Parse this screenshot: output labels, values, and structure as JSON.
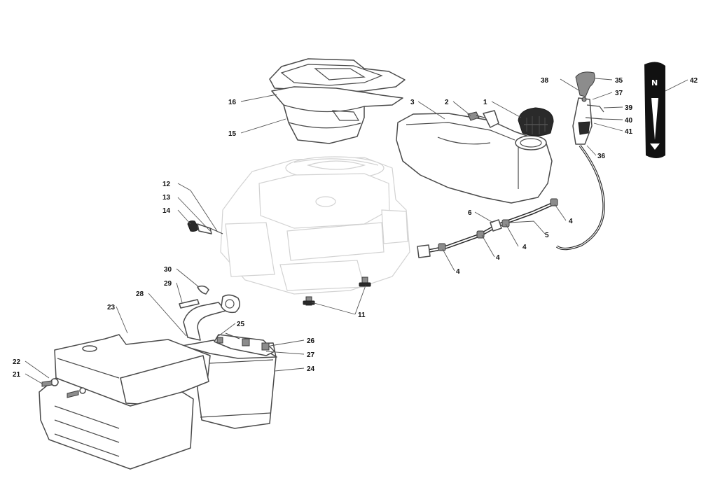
{
  "callouts": {
    "c1": "1",
    "c2": "2",
    "c3": "3",
    "c4a": "4",
    "c4b": "4",
    "c4c": "4",
    "c4d": "4",
    "c5": "5",
    "c6": "6",
    "c11": "11",
    "c12": "12",
    "c13": "13",
    "c14": "14",
    "c15": "15",
    "c16": "16",
    "c21": "21",
    "c22": "22",
    "c23": "23",
    "c24": "24",
    "c25": "25",
    "c26": "26",
    "c27": "27",
    "c28": "28",
    "c29": "29",
    "c30": "30",
    "c35": "35",
    "c36": "36",
    "c37": "37",
    "c38": "38",
    "c39": "39",
    "c40": "40",
    "c41": "41",
    "c42": "42"
  },
  "throttle_label": {
    "letter": "N"
  },
  "colors": {
    "line": "#4a4a4a",
    "ghost_engine": "#b9b9b9",
    "dark_part": "#2a2a2a",
    "background": "#ffffff"
  }
}
